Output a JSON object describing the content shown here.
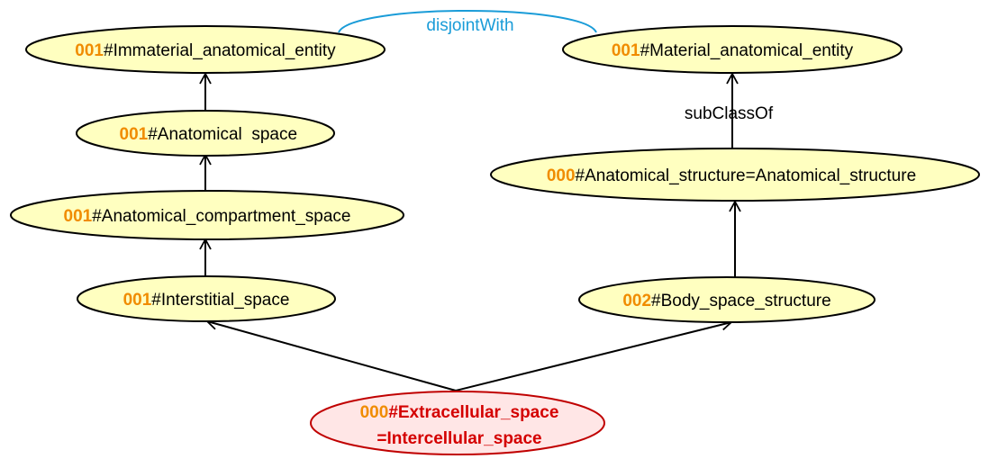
{
  "colors": {
    "node_fill": "#ffffc0",
    "node_stroke": "#000000",
    "highlight_fill": "#ffe6e6",
    "highlight_stroke": "#c00000",
    "code_color": "#f08c00",
    "highlight_text": "#d40000",
    "disjoint_color": "#1a9cd8",
    "edge_color": "#000000"
  },
  "nodes": {
    "immaterial": {
      "code": "001",
      "label": "#Immaterial_anatomical_entity"
    },
    "material": {
      "code": "001",
      "label": "#Material_anatomical_entity"
    },
    "anatomical_space": {
      "code": "001",
      "label": "#Anatomical  space"
    },
    "anatomical_structure": {
      "code": "000",
      "label": "#Anatomical_structure=Anatomical_structure"
    },
    "compartment_space": {
      "code": "001",
      "label": "#Anatomical_compartment_space"
    },
    "interstitial_space": {
      "code": "001",
      "label": "#Interstitial_space"
    },
    "body_space_structure": {
      "code": "002",
      "label": "#Body_space_structure"
    },
    "extracellular_space": {
      "code": "000",
      "label_line1": "#Extracellular_space",
      "label_line2": "=Intercellular_space"
    }
  },
  "edges": {
    "disjoint_label": "disjointWith",
    "subclass_label": "subClassOf"
  }
}
